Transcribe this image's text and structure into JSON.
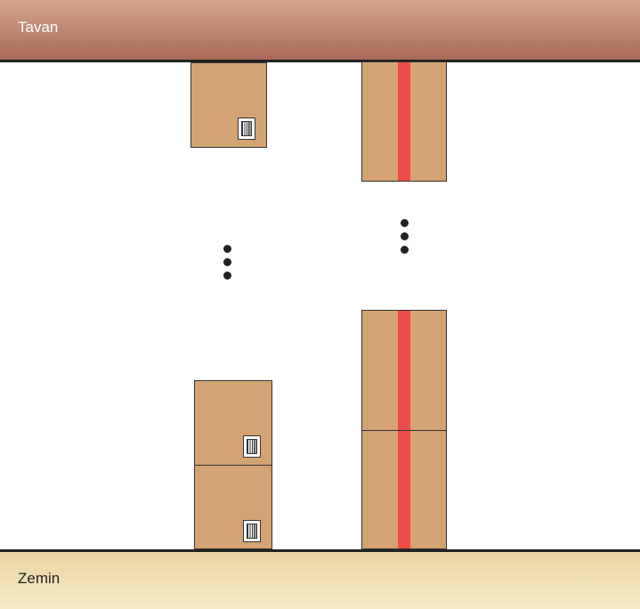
{
  "ceiling": {
    "label": "Tavan",
    "color": "#b57a66"
  },
  "floor": {
    "label": "Zemin",
    "color": "#f0e0b5"
  },
  "box_color": "#d4a373",
  "tape_color": "#ef4b4b",
  "left_stack": {
    "top_boxes": 1,
    "bottom_boxes": 2,
    "marking": "barcode-icon"
  },
  "right_stack": {
    "top_boxes": 1,
    "bottom_boxes": 2,
    "marking": "red-tape"
  }
}
